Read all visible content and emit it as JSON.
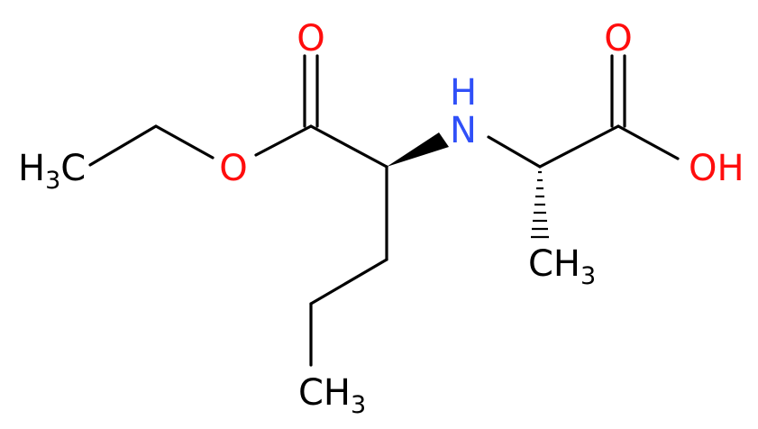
{
  "molecule": {
    "colors": {
      "bond": "#000000",
      "carbon": "#000000",
      "oxygen": "#ff0d0d",
      "nitrogen": "#3050f8"
    },
    "labels": {
      "ester_carbonyl_o": "O",
      "ester_o": "O",
      "ethyl_ch3": {
        "main": "H",
        "sub": "3",
        "tail": "C"
      },
      "amine_n": "N",
      "amine_h": "H",
      "acid_carbonyl_o": "O",
      "acid_oh": "OH",
      "alanine_ch3": {
        "main": "CH",
        "sub": "3"
      },
      "propyl_ch3": {
        "main": "CH",
        "sub": "3"
      }
    }
  }
}
